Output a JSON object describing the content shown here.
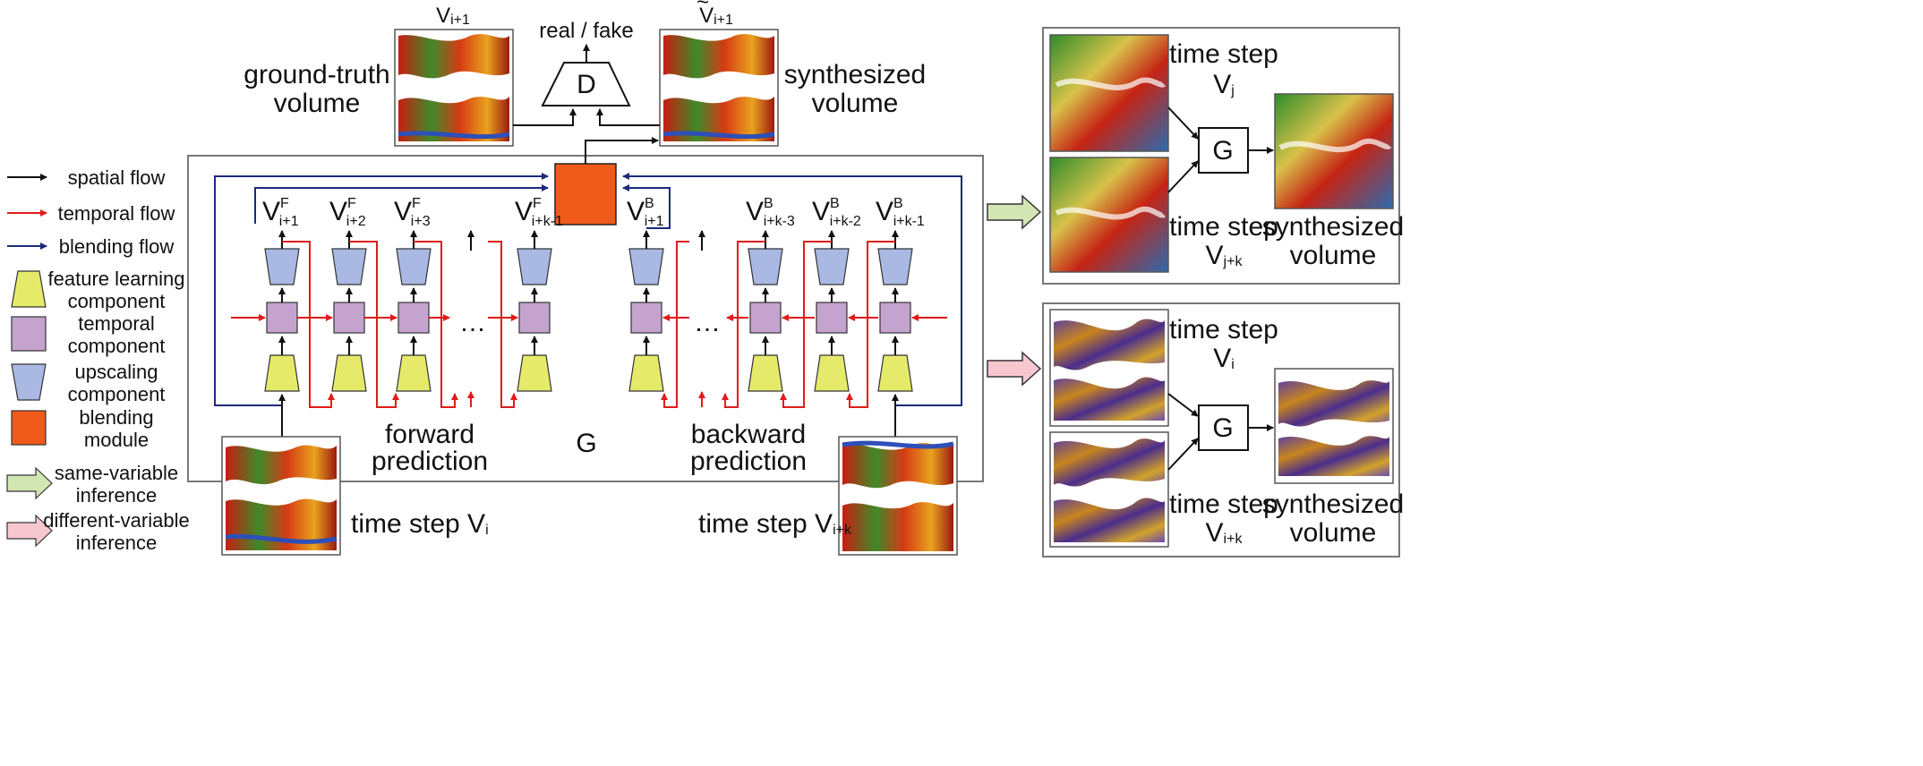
{
  "labels": {
    "gt_title_main": "V",
    "gt_title_sub": "i+1",
    "syn_title_main": "V",
    "syn_title_tilde": "~",
    "syn_title_sub": "i+1",
    "real_fake": "real / fake",
    "disc": "D",
    "gt_line1": "ground-truth",
    "gt_line2": "volume",
    "syn_line1": "synthesized",
    "syn_line2": "volume",
    "gen": "G",
    "forward_line1": "forward",
    "forward_line2": "prediction",
    "backward_line1": "backward",
    "backward_line2": "prediction",
    "ts_left": "time step V",
    "ts_left_sub": "i",
    "ts_right": "time step V",
    "ts_right_sub": "i+k",
    "ellipsis": "…"
  },
  "outputs_top": [
    {
      "main": "V",
      "sup": "F",
      "sub": "i+1"
    },
    {
      "main": "V",
      "sup": "F",
      "sub": "i+2"
    },
    {
      "main": "V",
      "sup": "F",
      "sub": "i+3"
    },
    {
      "main": "V",
      "sup": "F",
      "sub": "i+k-1"
    },
    {
      "main": "V",
      "sup": "B",
      "sub": "i+1"
    },
    {
      "main": "V",
      "sup": "B",
      "sub": "i+k-3"
    },
    {
      "main": "V",
      "sup": "B",
      "sub": "i+k-2"
    },
    {
      "main": "V",
      "sup": "B",
      "sub": "i+k-1"
    }
  ],
  "legend": [
    {
      "icon": "black-arrow-icon",
      "line1": "spatial flow",
      "line2": ""
    },
    {
      "icon": "red-arrow-icon",
      "line1": "temporal flow",
      "line2": ""
    },
    {
      "icon": "blue-arrow-icon",
      "line1": "blending flow",
      "line2": ""
    },
    {
      "icon": "yellow-trapezoid-icon",
      "line1": "feature learning",
      "line2": "component"
    },
    {
      "icon": "purple-square-icon",
      "line1": "temporal",
      "line2": "component"
    },
    {
      "icon": "blue-trapezoid-icon",
      "line1": "upscaling",
      "line2": "component"
    },
    {
      "icon": "orange-square-icon",
      "line1": "blending",
      "line2": "module"
    },
    {
      "icon": "green-block-arrow-icon",
      "line1": "same-variable",
      "line2": "inference"
    },
    {
      "icon": "pink-block-arrow-icon",
      "line1": "different-variable",
      "line2": "inference"
    }
  ],
  "panel_top": {
    "ts1": "time step",
    "ts1_var": "V",
    "ts1_sub": "j",
    "ts2": "time step",
    "ts2_var": "V",
    "ts2_sub": "j+k",
    "gen": "G",
    "out1": "synthesized",
    "out2": "volume"
  },
  "panel_bottom": {
    "ts1": "time step",
    "ts1_var": "V",
    "ts1_sub": "i",
    "ts2": "time step",
    "ts2_var": "V",
    "ts2_sub": "i+k",
    "gen": "G",
    "out1": "synthesized",
    "out2": "volume"
  },
  "colors": {
    "spatial": "#111111",
    "temporal": "#e11b1b",
    "blending": "#1b2a7a",
    "feature": "#e6ea6a",
    "temporal_comp": "#c5a3cf",
    "upscale": "#a9b9e3",
    "blend_module": "#f05a1a",
    "same_var": "#d2e6b4",
    "diff_var": "#f6c7cf"
  }
}
